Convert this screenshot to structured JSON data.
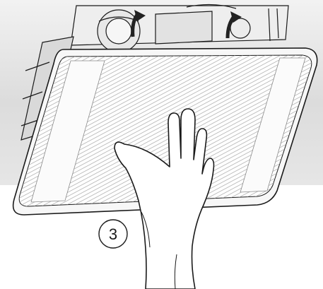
{
  "figure": {
    "step_number": "3",
    "colors": {
      "ceiling_shade": "#dcdcdc",
      "outline": "#1a1a1a",
      "grille_lines": "#9a9a9a",
      "arrow": "#222222"
    },
    "icons": [
      "airflow-arrow-left",
      "airflow-arrow-right",
      "hand-icon"
    ]
  }
}
